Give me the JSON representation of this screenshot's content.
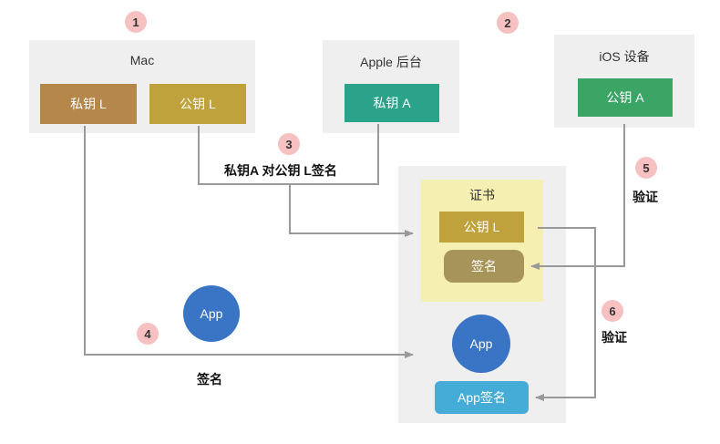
{
  "panels": {
    "mac": {
      "title": "Mac",
      "private_key": "私钥 L",
      "public_key": "公钥 L"
    },
    "apple": {
      "title": "Apple 后台",
      "private_key": "私钥 A"
    },
    "ios": {
      "title": "iOS 设备",
      "public_key": "公钥 A"
    }
  },
  "certificate": {
    "title": "证书",
    "public_key": "公钥 L",
    "signature": "签名"
  },
  "app_left": "App",
  "app_right": "App",
  "app_signature": "App签名",
  "step_labels": {
    "s3": "私钥A 对公钥 L签名",
    "s4": "签名",
    "s5": "验证",
    "s6": "验证"
  },
  "badges": [
    "1",
    "2",
    "3",
    "4",
    "5",
    "6"
  ],
  "colors": {
    "brown": "#b5874a",
    "gold": "#c0a23c",
    "teal": "#2aa38a",
    "green": "#3aa565",
    "cert_bg": "#f6efb2",
    "signature": "#a79458",
    "blue": "#3a74c4",
    "light_blue": "#45acd8",
    "badge": "#f7c1c1",
    "arrow": "#999999"
  }
}
